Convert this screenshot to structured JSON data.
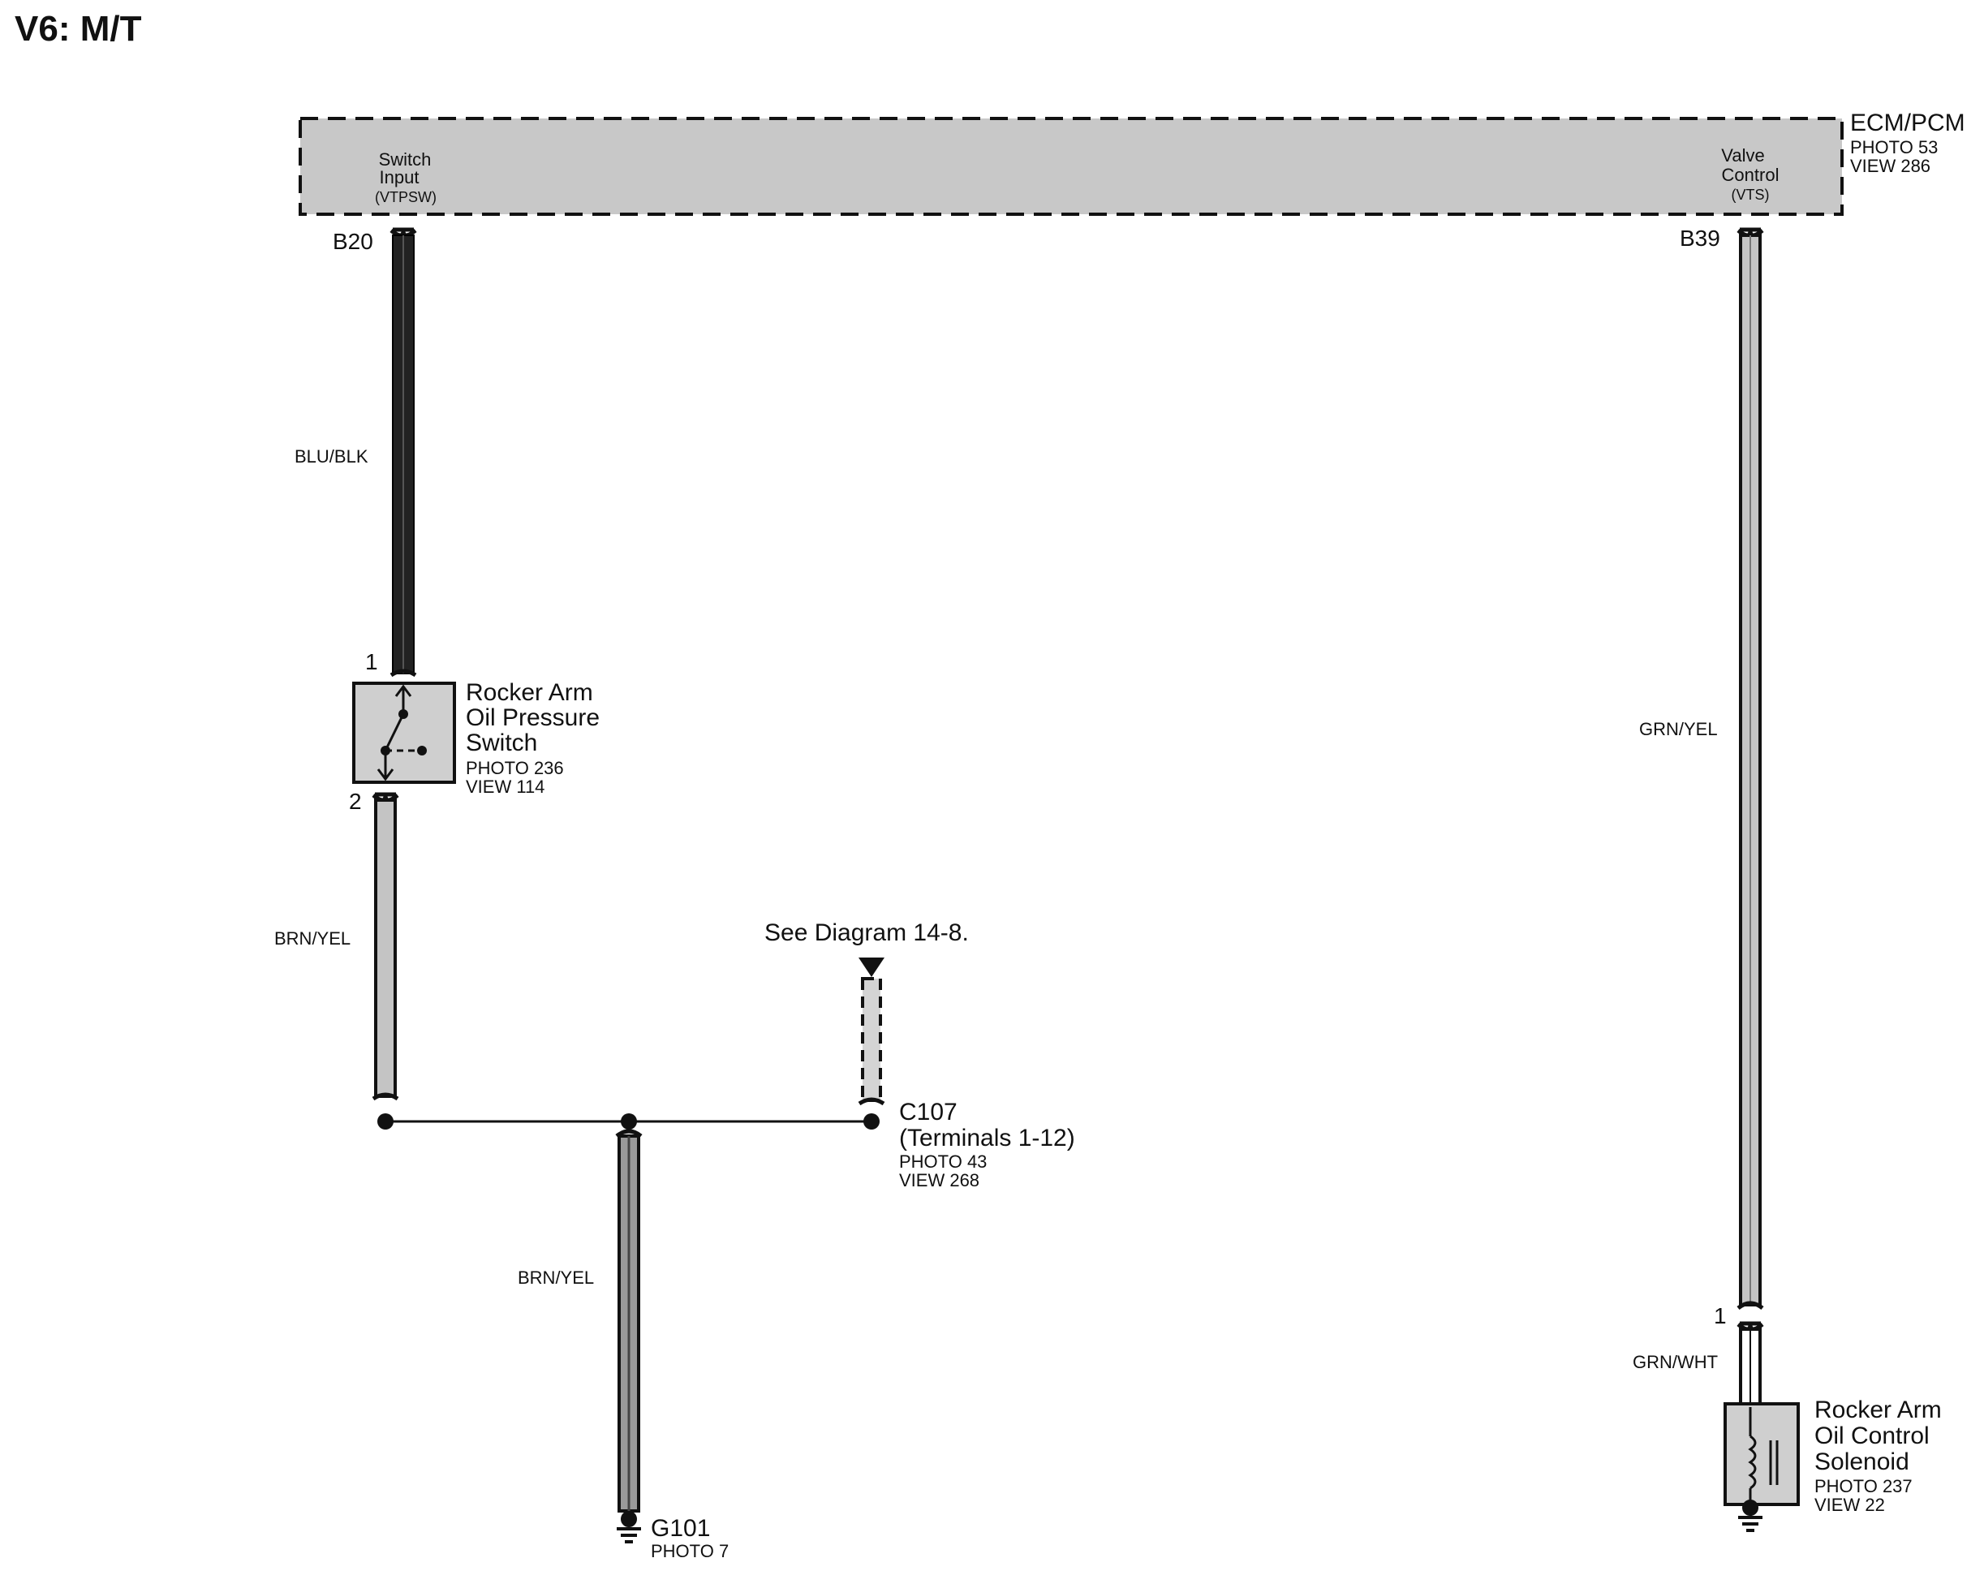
{
  "header": {
    "title": "V6: M/T"
  },
  "ecm": {
    "name": "ECM/PCM",
    "photo": "PHOTO 53",
    "view": "VIEW 286",
    "left_terminal": {
      "line1": "Switch",
      "line2": "Input",
      "signal": "(VTPSW)",
      "pin": "B20"
    },
    "right_terminal": {
      "line1": "Valve",
      "line2": "Control",
      "signal": "(VTS)",
      "pin": "B39"
    }
  },
  "wires": {
    "blu_blk": "BLU/BLK",
    "brn_yel_upper": "BRN/YEL",
    "brn_yel_lower": "BRN/YEL",
    "grn_yel": "GRN/YEL",
    "grn_wht": "GRN/WHT"
  },
  "oil_pressure_switch": {
    "line1": "Rocker Arm",
    "line2": "Oil Pressure",
    "line3": "Switch",
    "photo": "PHOTO 236",
    "view": "VIEW 114",
    "pin_top": "1",
    "pin_bottom": "2"
  },
  "see_diagram": "See Diagram 14-8.",
  "connector_c107": {
    "name": "C107",
    "terminals": "(Terminals 1-12)",
    "photo": "PHOTO 43",
    "view": "VIEW 268"
  },
  "ground_g101": {
    "name": "G101",
    "photo": "PHOTO 7"
  },
  "solenoid": {
    "line1": "Rocker Arm",
    "line2": "Oil Control",
    "line3": "Solenoid",
    "photo": "PHOTO 237",
    "view": "VIEW 22",
    "pin": "1"
  },
  "colors": {
    "ecm_fill": "#c8c8c8",
    "component_fill": "#cfcfcf",
    "ink": "#111111",
    "wire_light": "#c4c4c4"
  }
}
